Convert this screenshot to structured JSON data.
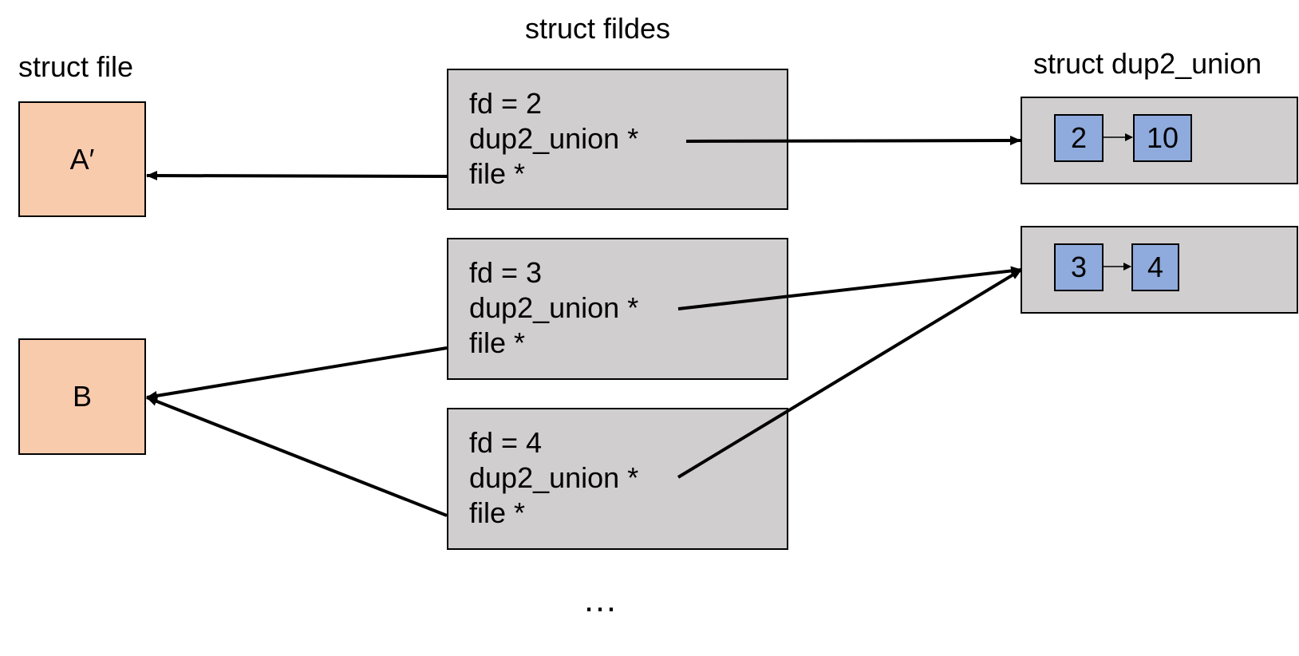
{
  "headings": {
    "file": "struct file",
    "fildes": "struct fildes",
    "union": "struct dup2_union"
  },
  "files": [
    {
      "label": "A′"
    },
    {
      "label": "B"
    }
  ],
  "fildes": [
    {
      "fd": "fd = 2",
      "union_ptr": "dup2_union *",
      "file_ptr": "file *"
    },
    {
      "fd": "fd = 3",
      "union_ptr": "dup2_union *",
      "file_ptr": "file *"
    },
    {
      "fd": "fd = 4",
      "union_ptr": "dup2_union *",
      "file_ptr": "file *"
    }
  ],
  "unions": [
    {
      "nodes": [
        "2",
        "10"
      ]
    },
    {
      "nodes": [
        "3",
        "4"
      ]
    }
  ],
  "ellipsis": "…",
  "colors": {
    "file_fill": "#f8cbad",
    "fildes_fill": "#d0cecf",
    "node_fill": "#8faadc"
  }
}
